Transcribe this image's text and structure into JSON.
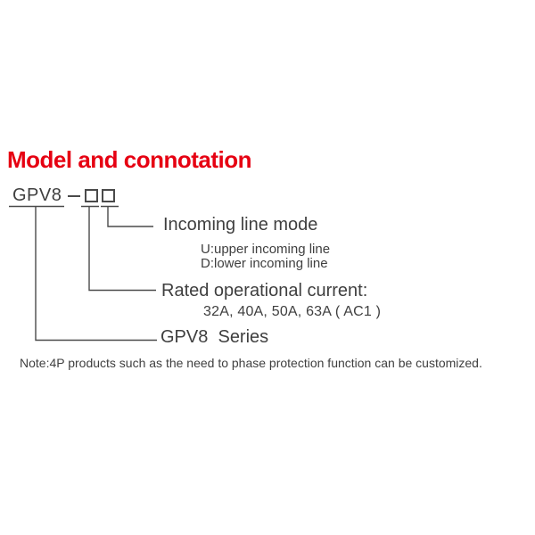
{
  "heading": {
    "text": "Model and connotation",
    "color": "#e60012"
  },
  "model_code": {
    "prefix": "GPV8",
    "separator": "-",
    "placeholder_box_count": 2
  },
  "branches": {
    "incoming_line": {
      "label": "Incoming line mode",
      "details": [
        "U:upper incoming line",
        "D:lower incoming line"
      ]
    },
    "rated_current": {
      "label": "Rated operational current:",
      "values": "32A, 40A, 50A, 63A ( AC1 )"
    },
    "series": {
      "label": "GPV8  Series"
    }
  },
  "note": "Note:4P products such as the need to phase protection function can be customized.",
  "colors": {
    "accent_red": "#e60012",
    "diagram_ink": "#4a4a4a",
    "text": "#3f3f3f",
    "background": "#ffffff"
  }
}
